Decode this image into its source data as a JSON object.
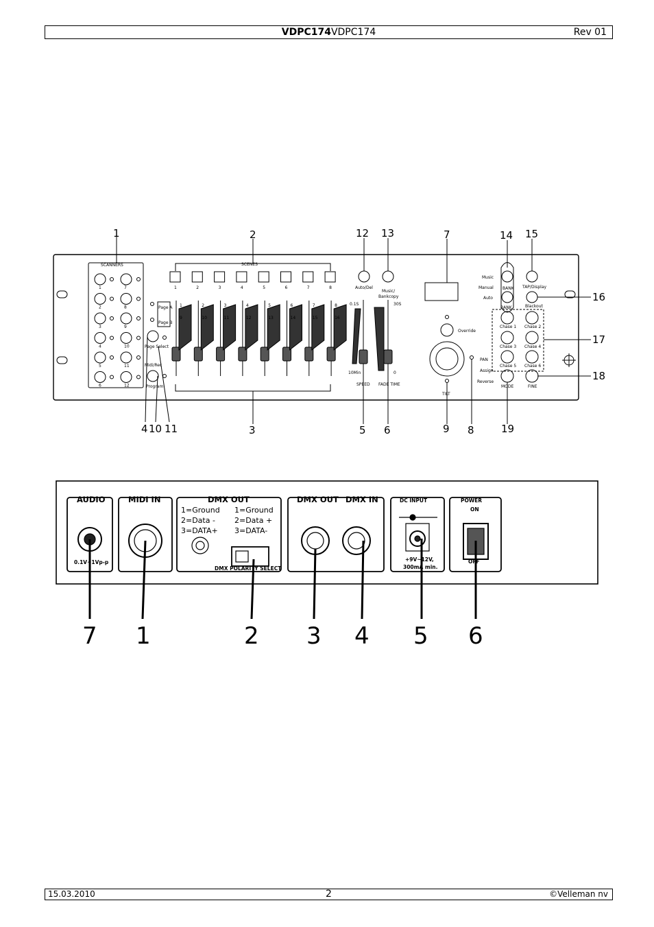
{
  "header": {
    "title_bold": "VDPC174",
    "title_regular": "VDPC174",
    "revision": "Rev 01"
  },
  "front_panel": {
    "callouts": [
      "1",
      "2",
      "12",
      "13",
      "7",
      "14",
      "15",
      "16",
      "17",
      "18",
      "4",
      "10",
      "11",
      "3",
      "5",
      "6",
      "9",
      "8",
      "19"
    ],
    "labels": {
      "scanners": "SCANNERS",
      "scenes": "SCENES",
      "auto_del": "Auto/Del",
      "music": "Music/",
      "bankcopy": "Bankcopy",
      "override": "Override",
      "tap_display": "TAP/Display",
      "blackout": "Blackout",
      "speed": "SPEED",
      "fade_time": "FADE TIME",
      "tilt": "TILT",
      "pan": "PAN",
      "mode": "MODE",
      "fine": "FINE",
      "program": "Program",
      "page_select": "Page Select",
      "page_a": "Page A",
      "page_b": "Page B",
      "midi_rec": "Midi/Rec",
      "music_led": "Music",
      "manual_led": "Manual",
      "auto_led": "Auto",
      "bank_up": "BANK",
      "bank_down": "BANK",
      "assign": "Assign",
      "reverse": "Reverse",
      "chase1": "Chase 1",
      "chase2": "Chase 2",
      "chase3": "Chase 3",
      "chase4": "Chase 4",
      "chase5": "Chase 5",
      "chase6": "Chase 6",
      "speed_top": "0.1S",
      "speed_bottom": "10Min",
      "fade_top": "30S",
      "fade_bottom": "0",
      "scanner_numbers": [
        "1",
        "7",
        "2",
        "8",
        "3",
        "9",
        "4",
        "10",
        "5",
        "11",
        "6",
        "12"
      ],
      "scene_numbers": [
        "1",
        "2",
        "3",
        "4",
        "5",
        "6",
        "7",
        "8"
      ],
      "fader_top_numbers": [
        "1",
        "2",
        "3",
        "4",
        "5",
        "6",
        "7",
        "8"
      ],
      "fader_mid_numbers": [
        "9",
        "10",
        "11",
        "12",
        "13",
        "14",
        "15",
        "16"
      ]
    }
  },
  "rear_panel": {
    "callouts": [
      "7",
      "1",
      "2",
      "3",
      "4",
      "5",
      "6"
    ],
    "labels": {
      "audio": "AUDIO",
      "audio_range": "0.1V~1Vp-p",
      "midi_in": "MIDI IN",
      "dmx_out": "DMX OUT",
      "pins_left": [
        "1=Ground",
        "2=Data -",
        "3=DATA+"
      ],
      "pins_right": [
        "1=Ground",
        "2=Data +",
        "3=DATA-"
      ],
      "polarity_select": "DMX POLARITY SELECT",
      "dmx_out2": "DMX OUT",
      "dmx_in": "DMX IN",
      "dc_input": "DC INPUT",
      "dc_spec_1": "+9V~12V,",
      "dc_spec_2": "300mA min.",
      "power": "POWER",
      "on": "ON",
      "off": "OFF"
    }
  },
  "footer": {
    "date": "15.03.2010",
    "page": "2",
    "copyright": "©Velleman nv"
  }
}
